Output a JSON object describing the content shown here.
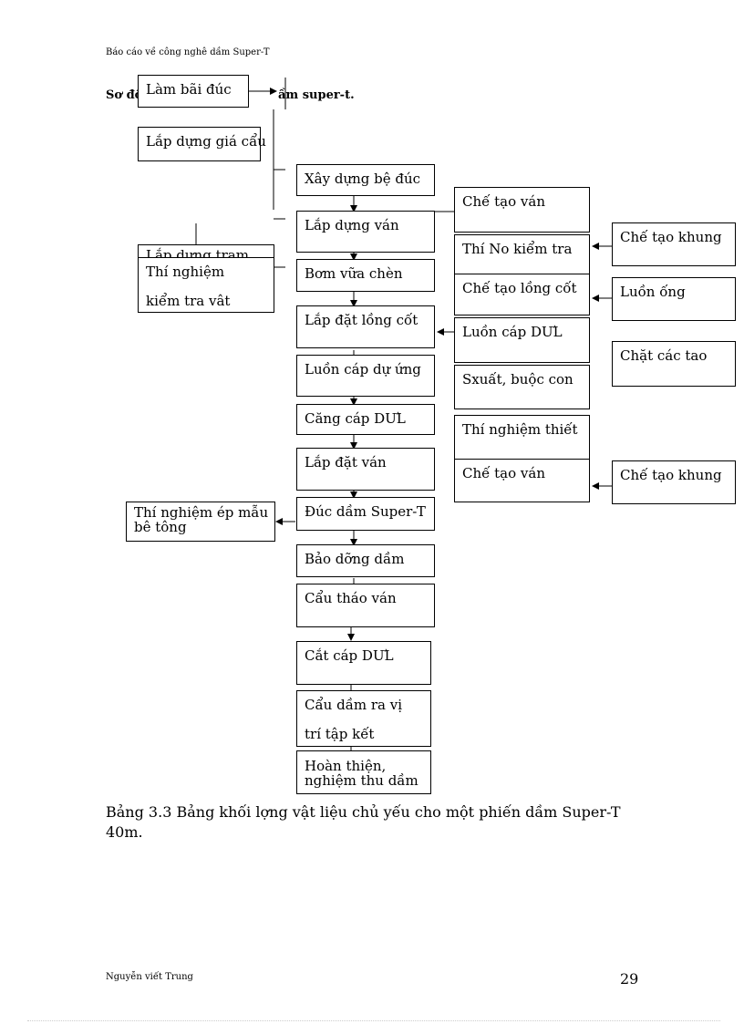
{
  "header": {
    "text": "Báo cáo về công nghê dầm Super-T"
  },
  "diagram_title": {
    "left": "Sơ đồ",
    "right": "ầm super-t."
  },
  "left_column": [
    {
      "label": "Làm bãi đúc"
    },
    {
      "label": "Lắp dựng giá cẩu"
    },
    {
      "label": "Lắp dựng trạm"
    },
    {
      "label": "Thí nghiệm",
      "label2": "kiểm tra vât"
    },
    {
      "label": "Thí nghiệm ép mẫu",
      "label2": "bê tông"
    }
  ],
  "main_column": [
    {
      "label": "Xây dựng bệ đúc"
    },
    {
      "label": "Lắp dựng ván"
    },
    {
      "label": "Bơm vữa chèn"
    },
    {
      "label": "Lắp đặt lồng cốt"
    },
    {
      "label": "Luồn cáp dự ứng"
    },
    {
      "label": "Căng cáp DƯL"
    },
    {
      "label": "Lắp đặt ván"
    },
    {
      "label": "Đúc dầm Super-T"
    },
    {
      "label": "Bảo dỡng   dầm"
    },
    {
      "label": "Cẩu tháo ván"
    },
    {
      "label": "Cắt cáp DƯL"
    },
    {
      "label": "Cẩu dầm ra vị",
      "label2": "trí tập kết"
    },
    {
      "label": "Hoàn thiện,",
      "label2": "nghiệm thu dầm"
    }
  ],
  "right_column": [
    {
      "label": "Chế tạo ván"
    },
    {
      "label": "Thí No kiểm tra"
    },
    {
      "label": "Chế tạo lồng cốt"
    },
    {
      "label": "Luồn cáp DƯL"
    },
    {
      "label": "Sxuất, buộc con"
    },
    {
      "label": "Thí nghiệm thiết"
    },
    {
      "label": "Chế tạo ván"
    }
  ],
  "far_right_column": [
    {
      "label": "Chế tạo khung"
    },
    {
      "label": "Luồn ống"
    },
    {
      "label": "Chặt các tao"
    },
    {
      "label": "Chế tạo khung"
    }
  ],
  "caption": {
    "line1": "Bảng 3.3 Bảng khối lợng   vật liệu chủ yếu cho một phiến dầm Super-T",
    "line2": "40m."
  },
  "footer": {
    "author": "Nguyễn viết Trung",
    "page": "29"
  }
}
